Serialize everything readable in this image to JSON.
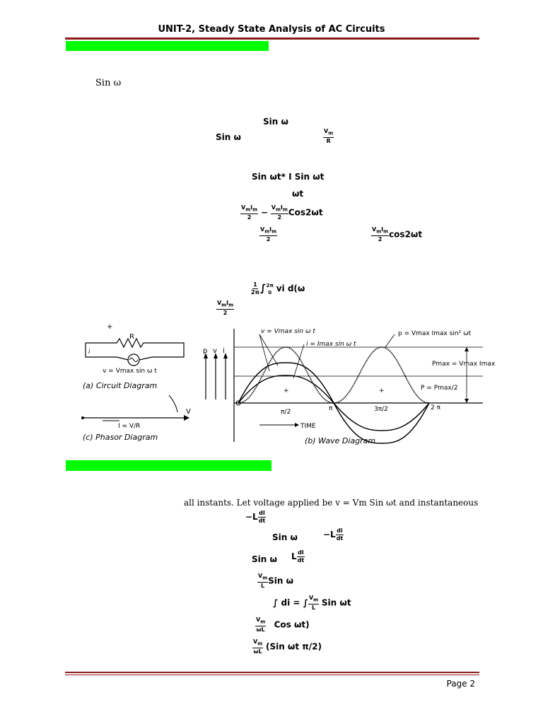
{
  "header": {
    "title": "UNIT-2, Steady State Analysis of AC Circuits"
  },
  "footer": {
    "page": "Page 2"
  },
  "colors": {
    "rule": "#8b1a1a",
    "highlight": "#00ff00"
  },
  "text": {
    "sin_omega_intro": "Sin ω",
    "eq_sin1": "Sin ω",
    "eq_sin2": "Sin ω",
    "frac_vm": "V",
    "frac_vm_sub": "m",
    "frac_r": "R",
    "eq_power1": "Sin ωt* I   Sin ωt",
    "eq_omega_t": "ωt",
    "eq_cos2_tail": "Cos2ωt",
    "eq_cos2_tail_b": "cos2ωt",
    "eq_integral_tail": "vi d(ω",
    "para_inductor": "all instants. Let voltage applied be  v = Vm Sin ωt  and instantaneous",
    "eq_neg_l": "−L",
    "eq_sin_l1": "Sin ω",
    "eq_neg_l2": "−L",
    "eq_sin_l2": "Sin ω",
    "eq_l": "L",
    "eq_sin_l3": "Sin ω",
    "eq_di": "∫ di = ∫",
    "eq_sin_wt": "Sin ωt",
    "eq_cos_wt": "Cos ωt)",
    "eq_sin_pi2": "(Sin ωt π/2)"
  },
  "figure": {
    "circuit_label": "(a) Circuit Diagram",
    "wave_label": "(b) Wave Diagram",
    "phasor_label": "(c) Phasor Diagram",
    "resistor": "R",
    "current_i": "i",
    "source_eq": "v = Vmax sin ω t",
    "phasor_eq": "I = V/R",
    "phasor_v": "V",
    "axis_p": "p",
    "axis_v": "v",
    "axis_i": "i",
    "v_label": "v = Vmax sin ω t",
    "i_label": "i = Imax sin ω t",
    "p_label": "p = Vmax Imax sin² ωt",
    "pmax_label": "Pmax = Vmax Imax",
    "pavg_label": "P = Pmax/2",
    "tick_pi2": "π/2",
    "tick_pi": "π",
    "tick_3pi2": "3π/2",
    "tick_2pi": "2 π",
    "time_label": "TIME",
    "plus": "+"
  }
}
